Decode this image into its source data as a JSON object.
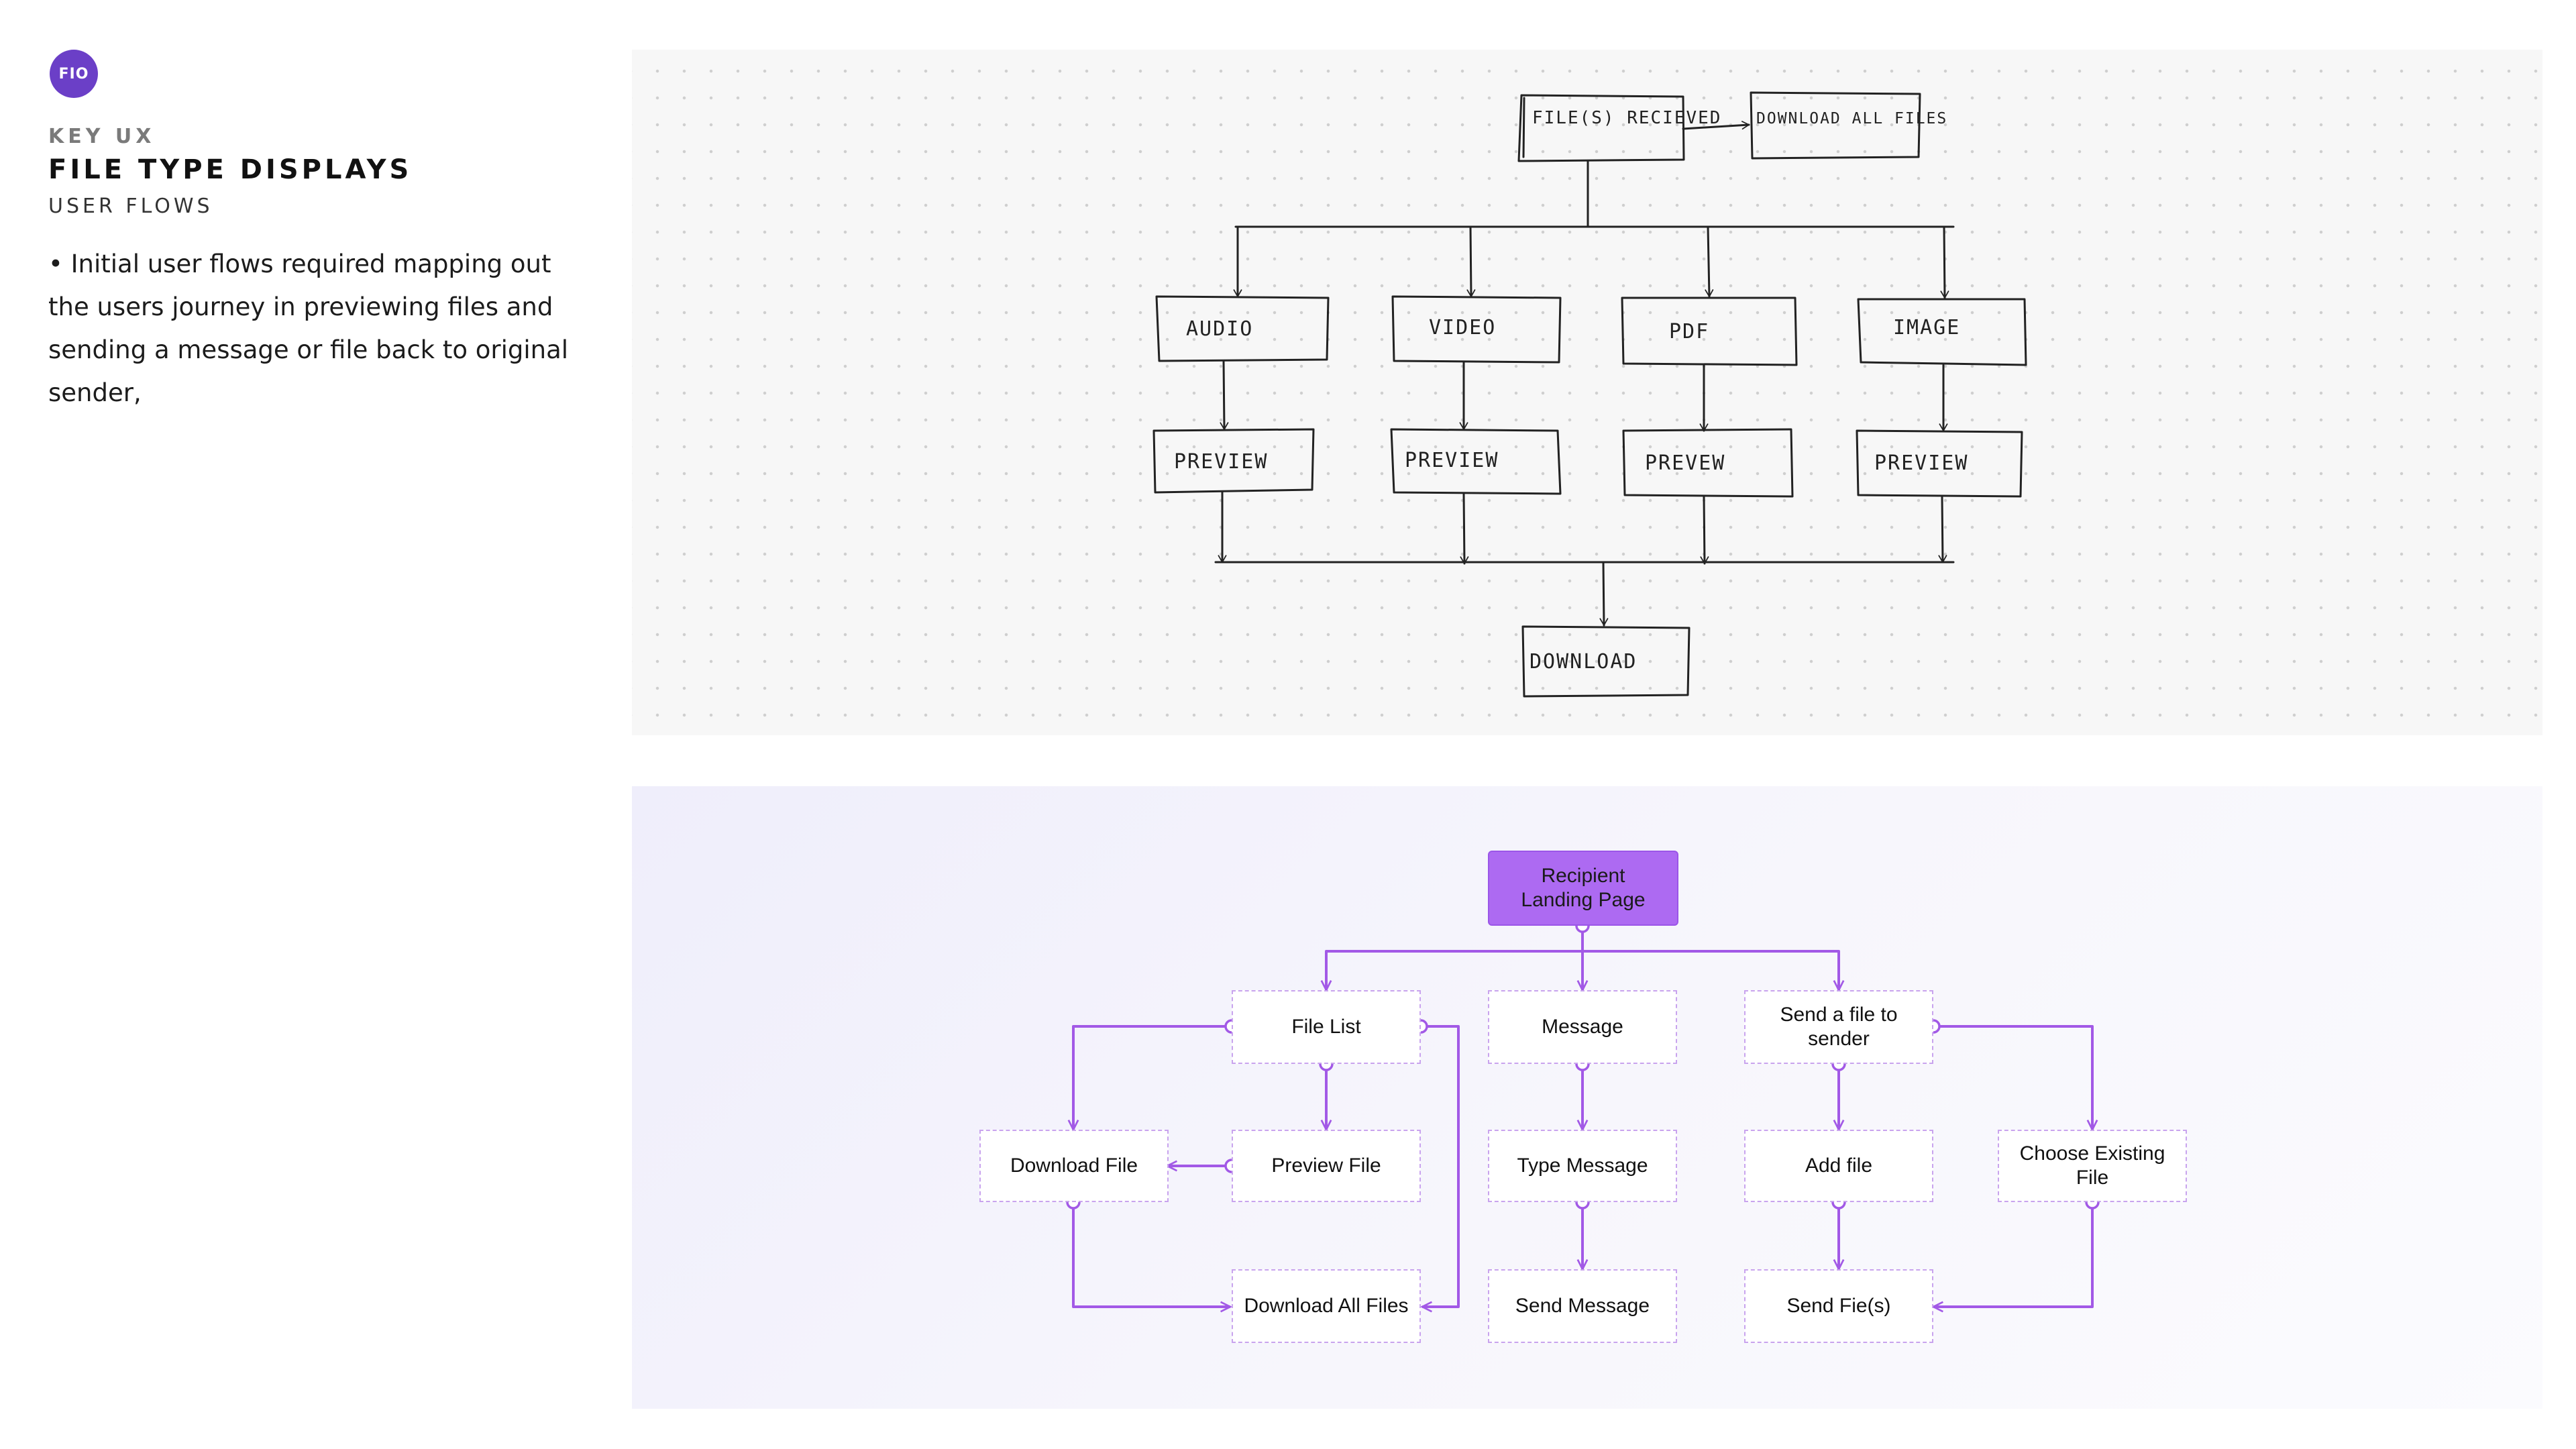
{
  "header": {
    "logo_text": "FIO",
    "kicker": "KEY UX",
    "title": "FILE TYPE DISPLAYS",
    "subtitle": "USER FLOWS",
    "body": "• Initial user flows required mapping out the users journey in previewing files and sending a message or file back to original sender,"
  },
  "sketch": {
    "files_received": "FILE(S) RECIEVED",
    "download_all": "DOWNLOAD ALL FILES",
    "types": [
      "AUDIO",
      "VIDEO",
      "PDF",
      "IMAGE"
    ],
    "previews": [
      "PREVIEW",
      "PREVIEW",
      "PREVEW",
      "PREVIEW"
    ],
    "download": "DOWNLOAD"
  },
  "flow": {
    "root": "Recipient Landing Page",
    "file_list": "File List",
    "message": "Message",
    "send_file": "Send a file to sender",
    "download_file": "Download File",
    "preview_file": "Preview File",
    "type_message": "Type Message",
    "add_file": "Add file",
    "choose_existing": "Choose Existing File",
    "download_all": "Download All Files",
    "send_message": "Send Message",
    "send_files": "Send Fie(s)"
  },
  "colors": {
    "accent": "#ad6af2",
    "edge": "#a259e6",
    "logo": "#6b3fc7"
  }
}
